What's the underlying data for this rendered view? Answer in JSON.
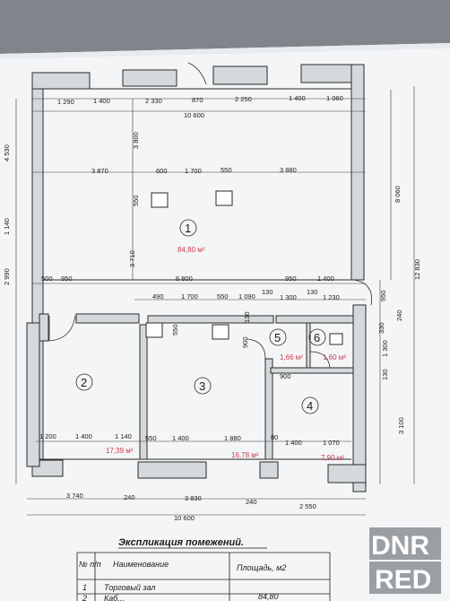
{
  "plan": {
    "top_segments": [
      "1 290",
      "1 400",
      "2 330",
      "870",
      "2 250",
      "1 400",
      "1 060"
    ],
    "top_total": "10 600",
    "row_a": [
      "3 870",
      "600",
      "1 700",
      "550",
      "3 880"
    ],
    "row_b": [
      "500",
      "950",
      "6 800",
      "950",
      "1 400"
    ],
    "row_c": [
      "490",
      "1 700",
      "550",
      "1 090",
      "130",
      "1 300",
      "130",
      "1 230"
    ],
    "row_d_left": [
      "1 200",
      "1 400",
      "1 140"
    ],
    "row_d_mid": [
      "550",
      "1 400",
      "1 880"
    ],
    "row_d_right": [
      "80",
      "1 400",
      "1 070"
    ],
    "bottom_row1": [
      "3 740",
      "240",
      "3 830",
      "240",
      "2 550"
    ],
    "bottom_total": "10 600",
    "left_dims": [
      "4 530",
      "1 140",
      "2 990"
    ],
    "right_dims": [
      "8 060",
      "12 830",
      "950",
      "240",
      "330",
      "1 300",
      "130",
      "3 100"
    ],
    "inner_dims": [
      "3 800",
      "550",
      "3 710",
      "550",
      "900",
      "900",
      "130"
    ],
    "rooms": [
      {
        "num": "1",
        "area": "84,80 м²"
      },
      {
        "num": "2",
        "area": "17,39 м²"
      },
      {
        "num": "3",
        "area": "16,78 м²"
      },
      {
        "num": "4",
        "area": "7,90 м²"
      },
      {
        "num": "5",
        "area": "1,66 м²"
      },
      {
        "num": "6",
        "area": "1,60 м²"
      }
    ]
  },
  "explication": {
    "title": "Экспликация помежений.",
    "headers": [
      "№ п/п",
      "Наименование",
      "Площадь, м2"
    ],
    "rows": [
      {
        "n": "1",
        "name": "Торговый зал",
        "area": "84,80"
      },
      {
        "n": "2",
        "name": "Каб...",
        "area": ""
      }
    ]
  },
  "watermark": {
    "line1": "DNR",
    "line2": "RED"
  }
}
